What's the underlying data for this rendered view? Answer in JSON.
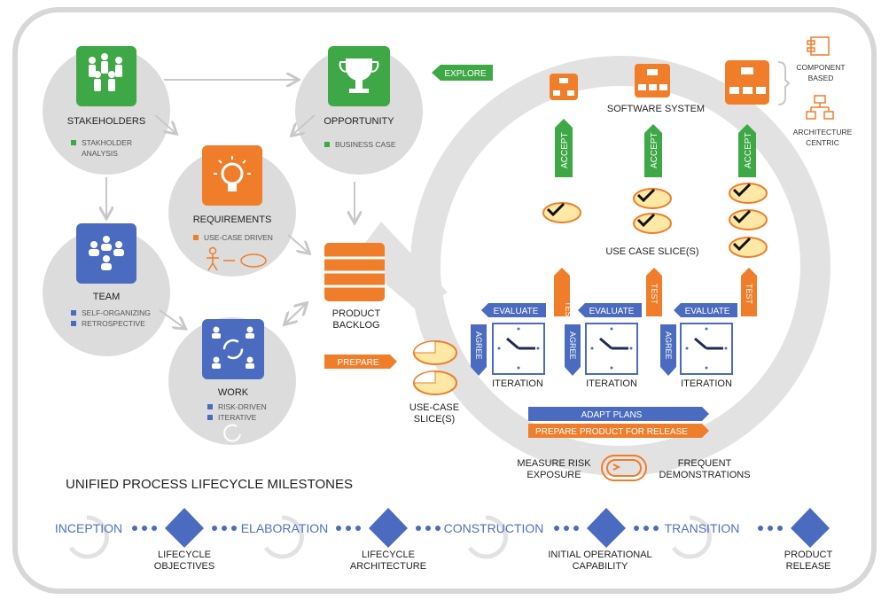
{
  "nodes": {
    "stakeholders": {
      "label": "STAKEHOLDERS",
      "items": [
        "STAKHOLDER",
        "ANALYSIS"
      ]
    },
    "opportunity": {
      "label": "OPPORTUNITY",
      "items": [
        "BUSINESS CASE"
      ]
    },
    "requirements": {
      "label": "REQUIREMENTS",
      "items": [
        "USE-CASE DRIVEN"
      ]
    },
    "team": {
      "label": "TEAM",
      "items": [
        "SELF-ORGANIZING",
        "RETROSPECTIVE"
      ]
    },
    "work": {
      "label": "WORK",
      "items": [
        "RISK-DRIVEN",
        "ITERATIVE"
      ]
    },
    "backlog": {
      "label_1": "PRODUCT",
      "label_2": "BACKLOG"
    }
  },
  "flow": {
    "explore": "EXPLORE",
    "prepare": "PREPARE",
    "use_case_slices_left": [
      "USE-CASE",
      "SLICE(S)"
    ],
    "use_case_slices_mid": "USE CASE SLICE(S)",
    "software_system": "SOFTWARE SYSTEM",
    "component_based": [
      "COMPONENT",
      "BASED"
    ],
    "architecture_centric": [
      "ARCHITECTURE",
      "CENTRIC"
    ],
    "accept": "ACCEPT",
    "test": "TEST",
    "evaluate": "EVALUATE",
    "agree": "AGREE",
    "iteration": "ITERATION",
    "adapt_plans": "ADAPT PLANS",
    "prepare_release": "PREPARE PRODUCT FOR RELEASE",
    "measure_risk": [
      "MEASURE RISK",
      "EXPOSURE"
    ],
    "frequent_demos": [
      "FREQUENT",
      "DEMONSTRATIONS"
    ]
  },
  "milestones": {
    "title": "UNIFIED PROCESS LIFECYCLE MILESTONES",
    "phases": [
      "INCEPTION",
      "ELABORATION",
      "CONSTRUCTION",
      "TRANSITION"
    ],
    "items": [
      [
        "LIFECYCLE",
        "OBJECTIVES"
      ],
      [
        "LIFECYCLE",
        "ARCHITECTURE"
      ],
      [
        "INITIAL OPERATIONAL",
        "CAPABILITY"
      ],
      [
        "PRODUCT",
        "RELEASE"
      ]
    ]
  },
  "colors": {
    "green": "#3fa846",
    "orange": "#ef7d2a",
    "blue": "#4a6bbf",
    "circle_gray": "#dcdcdc",
    "frame_gray": "#d7d7d7"
  }
}
